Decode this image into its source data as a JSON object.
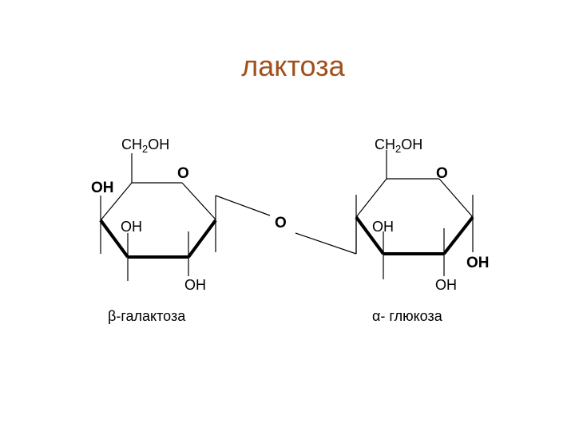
{
  "title": "лактоза",
  "galactose": {
    "ch2oh_prefix": "CH",
    "ch2oh_sub": "2",
    "ch2oh_suffix": "OH",
    "ring_o": "O",
    "oh_left_bold": "OH",
    "oh_inner": "OH",
    "oh_bottom": "OH",
    "caption": "β-галактоза"
  },
  "bridge_o": "O",
  "glucose": {
    "ch2oh_prefix": "CH",
    "ch2oh_sub": "2",
    "ch2oh_suffix": "OH",
    "ring_o": "O",
    "oh_inner": "OH",
    "oh_right_bold": "OH",
    "oh_bottom": "OH",
    "caption": "α- глюкоза"
  },
  "colors": {
    "title": "#a0501c",
    "lines": "#000000"
  }
}
